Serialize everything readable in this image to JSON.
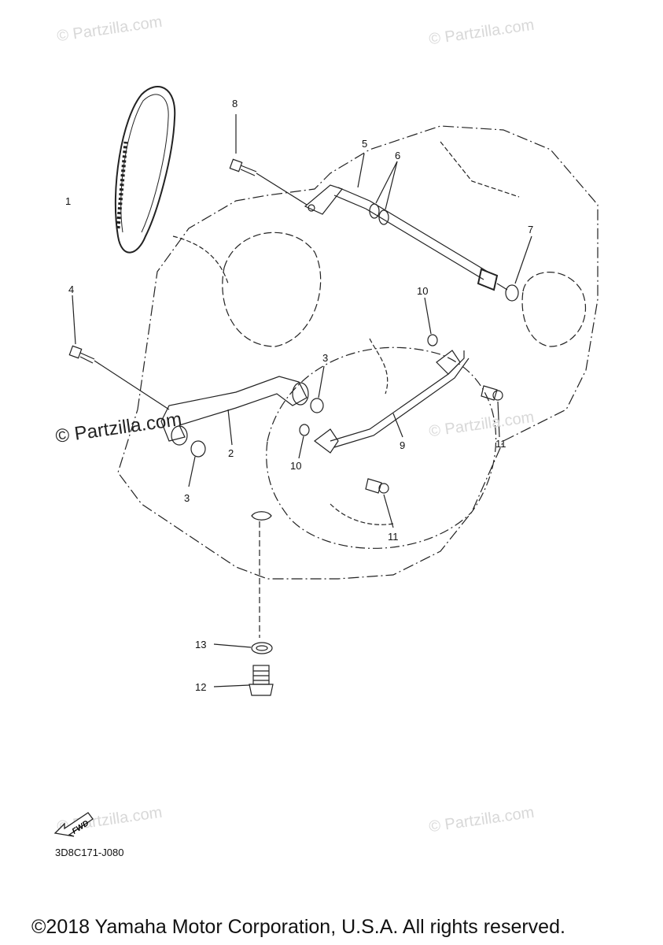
{
  "watermarks": {
    "top_left": "© Partzilla.com",
    "top_right": "© Partzilla.com",
    "middle_left": "© Partzilla.com",
    "middle_right": "© Partzilla.com",
    "bottom_left": "© Partzilla.com",
    "bottom_right": "© Partzilla.com"
  },
  "callouts": {
    "n1": "1",
    "n2": "2",
    "n3a": "3",
    "n3b": "3",
    "n4": "4",
    "n5": "5",
    "n6": "6",
    "n7": "7",
    "n8": "8",
    "n9": "9",
    "n10a": "10",
    "n10b": "10",
    "n11a": "11",
    "n11b": "11",
    "n12": "12",
    "n13": "13"
  },
  "fwd_label": "FWD",
  "diagram_code": "3D8C171-J080",
  "copyright": "©2018 Yamaha Motor Corporation, U.S.A. All rights reserved."
}
